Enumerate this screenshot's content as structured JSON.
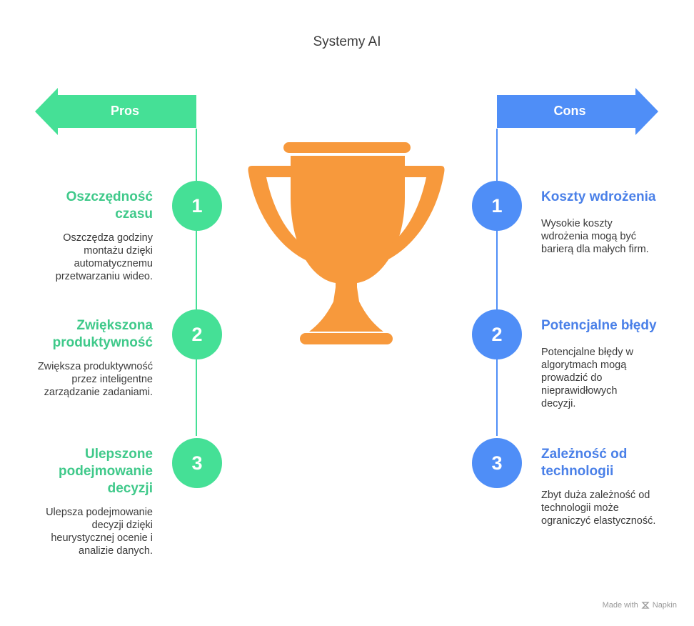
{
  "title": "Systemy AI",
  "colors": {
    "pros": "#45e096",
    "pros_text": "#3fc98a",
    "cons": "#4f8ef7",
    "cons_text": "#4a80e8",
    "trophy": "#f7993c"
  },
  "pros": {
    "label": "Pros",
    "items": [
      {
        "number": "1",
        "title": "Oszczędność czasu",
        "description": "Oszczędza godziny montażu dzięki automatycznemu przetwarzaniu wideo."
      },
      {
        "number": "2",
        "title": "Zwiększona produktywność",
        "description": "Zwiększa produktywność przez inteligentne zarządzanie zadaniami."
      },
      {
        "number": "3",
        "title": "Ulepszone podejmowanie decyzji",
        "description": "Ulepsza podejmowanie decyzji dzięki heurystycznej ocenie i analizie danych."
      }
    ]
  },
  "cons": {
    "label": "Cons",
    "items": [
      {
        "number": "1",
        "title": "Koszty wdrożenia",
        "description": "Wysokie koszty wdrożenia mogą być barierą dla małych firm."
      },
      {
        "number": "2",
        "title": "Potencjalne błędy",
        "description": "Potencjalne błędy w algorytmach mogą prowadzić do nieprawidłowych decyzji."
      },
      {
        "number": "3",
        "title": "Zależność od technologii",
        "description": "Zbyt duża zależność od technologii może ograniczyć elastyczność."
      }
    ]
  },
  "footer": {
    "text": "Made with",
    "brand": "Napkin",
    "icon": "napkin-logo-icon"
  }
}
